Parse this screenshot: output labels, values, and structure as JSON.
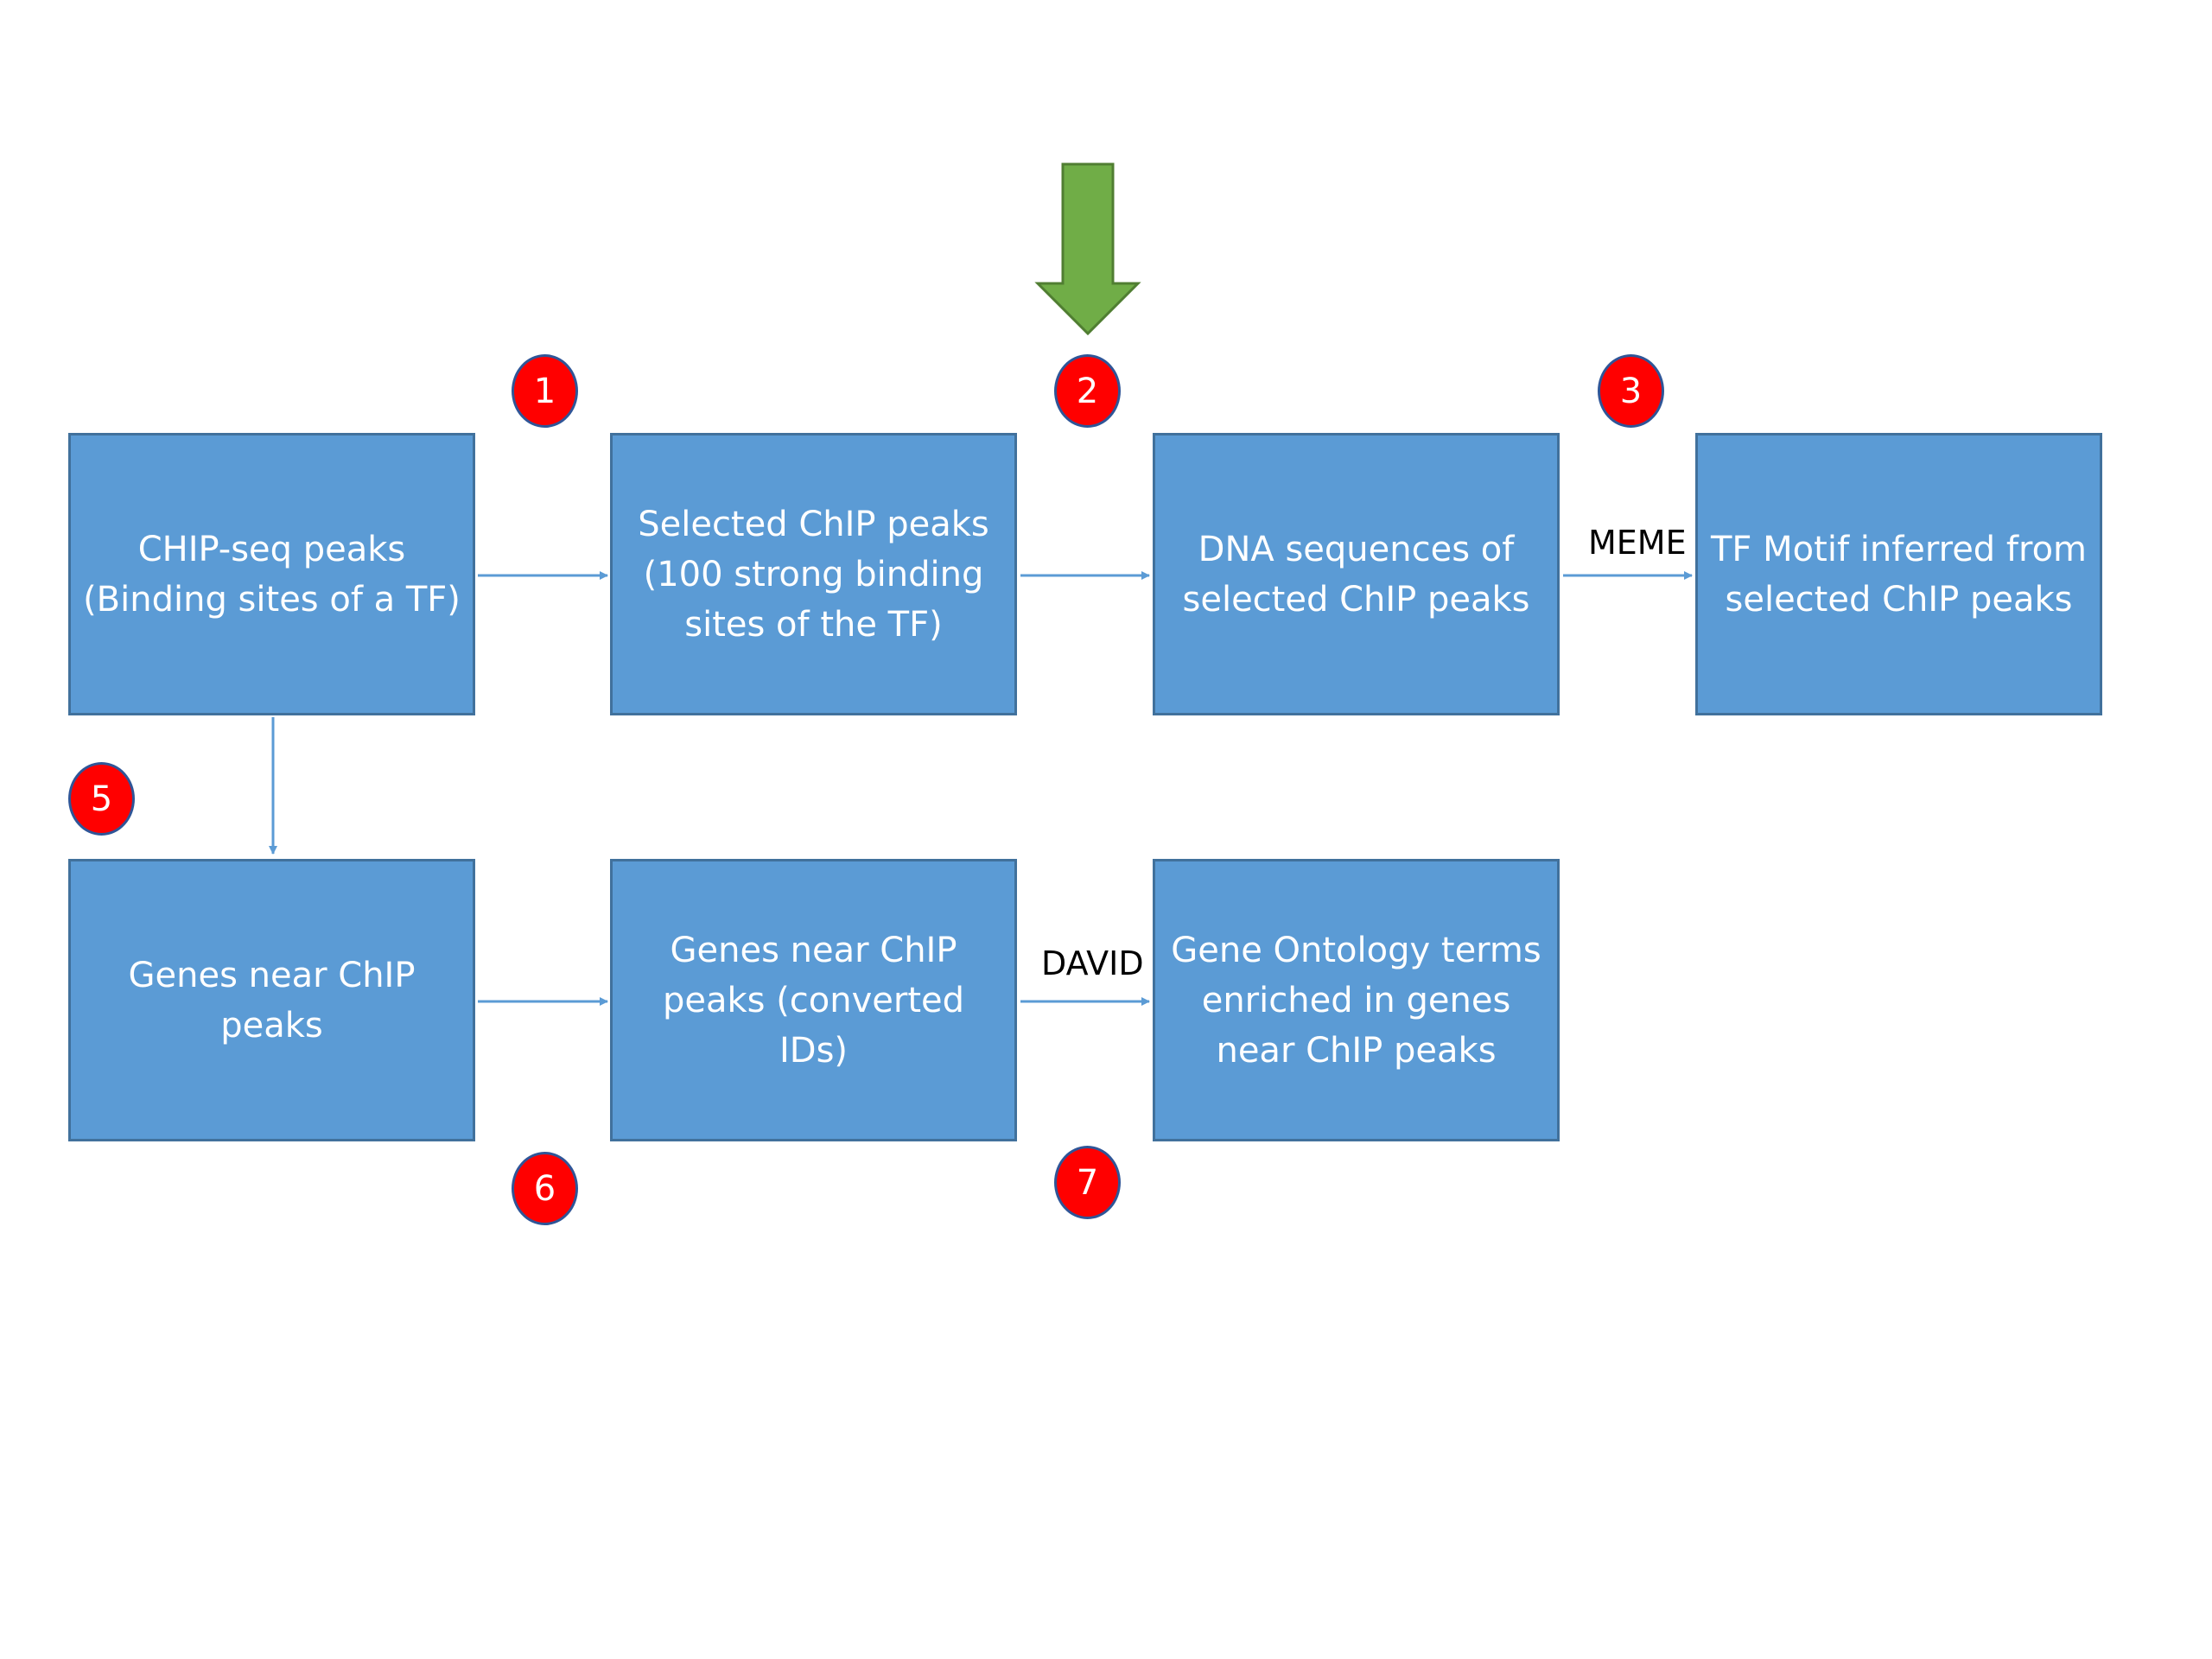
{
  "boxes": {
    "chip_seq_peaks": "CHIP-seq peaks (Binding sites of a TF)",
    "selected_chip_peaks": "Selected ChIP peaks (100 strong binding sites of the TF)",
    "dna_sequences": "DNA sequences of selected ChIP peaks",
    "tf_motif": "TF Motif inferred from selected ChIP peaks",
    "genes_near_peaks": "Genes near ChIP peaks",
    "genes_converted_ids": "Genes near ChIP peaks (converted IDs)",
    "gene_ontology": "Gene Ontology terms enriched in genes near ChIP peaks"
  },
  "steps": {
    "s1": "1",
    "s2": "2",
    "s3": "3",
    "s5": "5",
    "s6": "6",
    "s7": "7"
  },
  "edge_labels": {
    "meme": "MEME",
    "david": "DAVID"
  },
  "colors": {
    "box_fill": "#5b9bd5",
    "box_border": "#41719c",
    "step_fill": "#ff0000",
    "highlight_arrow": "#70ad47"
  },
  "highlight": {
    "arrow": "down-arrow",
    "points_to_step": "2"
  }
}
